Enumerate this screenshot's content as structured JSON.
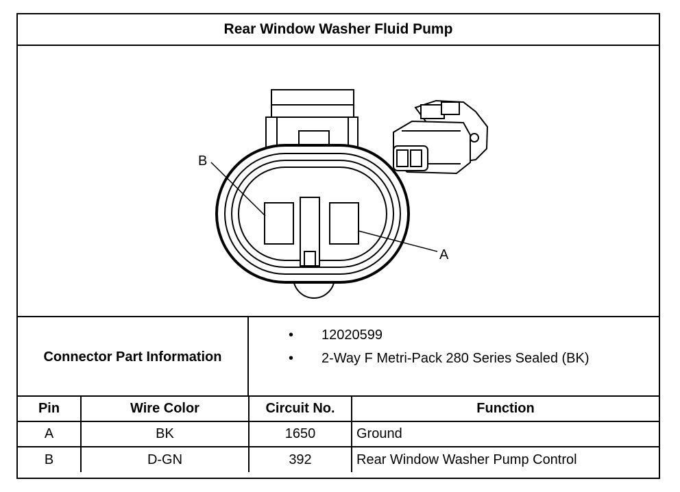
{
  "title": "Rear Window Washer Fluid Pump",
  "diagram": {
    "pin_labels": {
      "b": "B",
      "a": "A"
    }
  },
  "connector_info": {
    "label": "Connector Part Information",
    "items": [
      "12020599",
      "2-Way F Metri-Pack 280 Series Sealed (BK)"
    ],
    "bullet": "•"
  },
  "pin_table": {
    "headers": {
      "pin": "Pin",
      "wire_color": "Wire Color",
      "circuit": "Circuit No.",
      "function": "Function"
    },
    "rows": [
      {
        "pin": "A",
        "wire_color": "BK",
        "circuit": "1650",
        "function": "Ground"
      },
      {
        "pin": "B",
        "wire_color": "D-GN",
        "circuit": "392",
        "function": "Rear Window Washer Pump Control"
      }
    ]
  }
}
